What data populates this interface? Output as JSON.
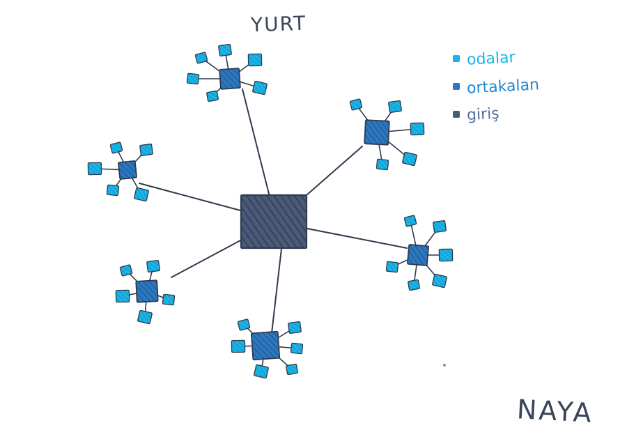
{
  "title": "YURT",
  "signature": "NAYA",
  "legend": [
    {
      "label": "odalar",
      "color": "#1bb4e6",
      "text_color": "#1bb4e6"
    },
    {
      "label": "ortakalan",
      "color": "#2c78be",
      "text_color": "#1f88cf"
    },
    {
      "label": "giriş",
      "color": "#4b5a78",
      "text_color": "#5270a0"
    }
  ],
  "colors": {
    "room": "#1bb4e6",
    "common": "#2c78be",
    "entrance": "#4b5a78",
    "ink": "#2f3a4d"
  }
}
